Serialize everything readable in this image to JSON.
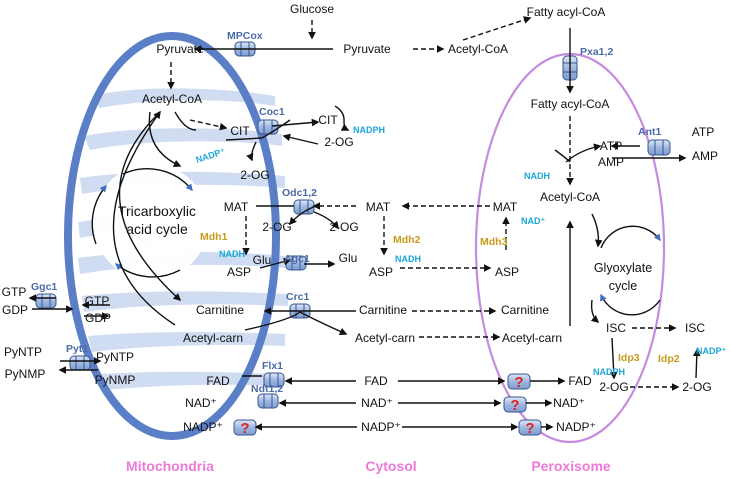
{
  "compartments": {
    "mitochondria": "Mitochondria",
    "cytosol": "Cytosol",
    "peroxisome": "Peroxisome"
  },
  "cycles": {
    "tca_line1": "Tricarboxylic",
    "tca_line2": "acid cycle",
    "glyox_line1": "Glyoxylate",
    "glyox_line2": "cycle"
  },
  "transporters": {
    "mpcox": "MPCox",
    "coc1": "Coc1",
    "odc": "Odc1,2",
    "agc1": "Agc1",
    "crc1": "Crc1",
    "ggc1": "Ggc1",
    "pyt1": "Pyt1",
    "flx1": "Flx1",
    "ndt": "Ndt1,2",
    "pxa": "Pxa1,2",
    "ant1": "Ant1",
    "unknown": "?"
  },
  "enzymes": {
    "mdh1": "Mdh1",
    "mdh2": "Mdh2",
    "mdh3": "Mdh3",
    "idp3": "Idp3",
    "idp2": "Idp2"
  },
  "cofactors": {
    "nadph": "NADPH",
    "nadp_plus": "NADP⁺",
    "nadh": "NADH",
    "nad_plus": "NAD⁺"
  },
  "metabolites": {
    "glucose": "Glucose",
    "pyruvate": "Pyruvate",
    "acetyl_coa": "Acetyl-CoA",
    "fatty_acyl_coa": "Fatty acyl-CoA",
    "cit": "CIT",
    "two_og": "2-OG",
    "mat": "MAT",
    "asp": "ASP",
    "glu": "Glu",
    "atp": "ATP",
    "amp": "AMP",
    "gtp": "GTP",
    "gdp": "GDP",
    "pyntp": "PyNTP",
    "pynmp": "PyNMP",
    "carnitine": "Carnitine",
    "acetyl_carn": "Acetyl-carn",
    "isc": "ISC",
    "fad": "FAD",
    "nad": "NAD⁺",
    "nadp": "NADP⁺"
  }
}
